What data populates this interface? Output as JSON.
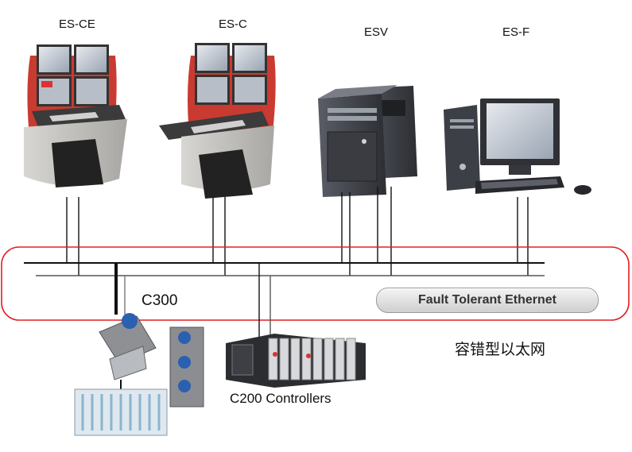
{
  "nodes": {
    "es_ce": "ES-CE",
    "es_c": "ES-C",
    "esv": "ESV",
    "es_f": "ES-F"
  },
  "network": {
    "label": "Fault Tolerant Ethernet",
    "label_cn": "容错型以太网",
    "highlight_color": "#e02020"
  },
  "controllers": {
    "c300": "C300",
    "c200": "C200 Controllers"
  }
}
